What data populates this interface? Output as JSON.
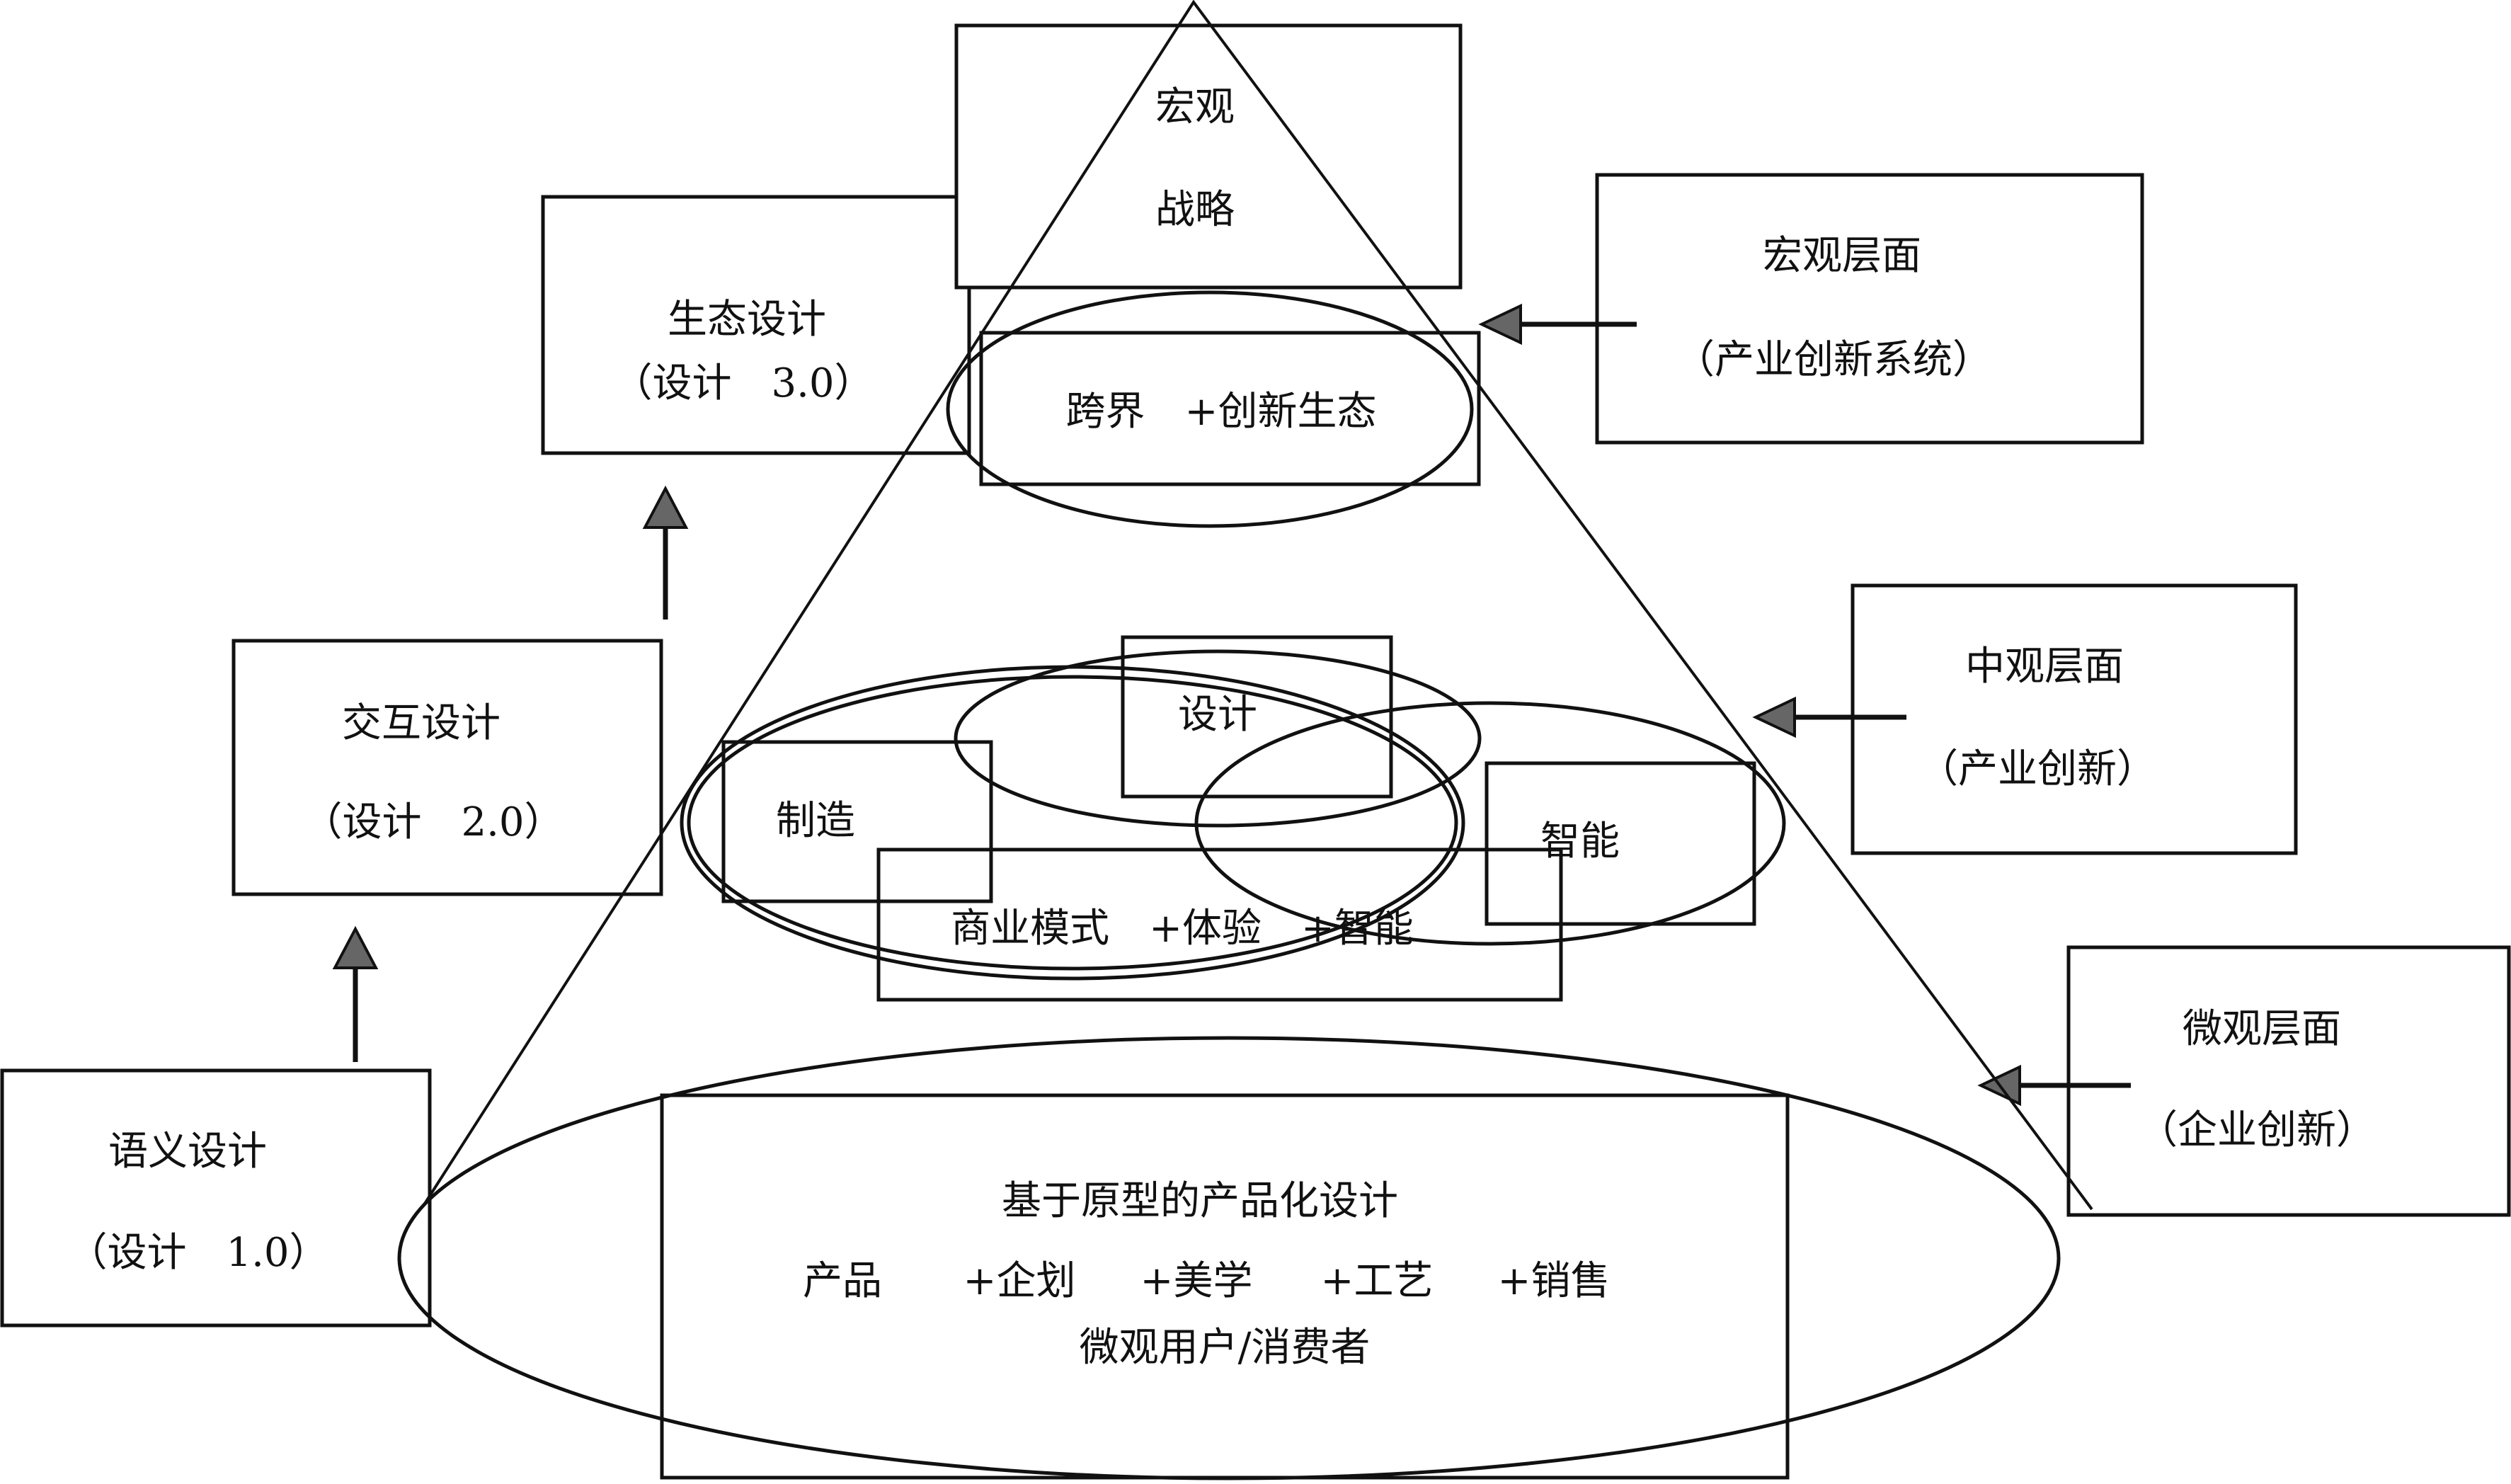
{
  "evolution": {
    "semantic": {
      "title": "语义设计",
      "version": "（设计　1.0）"
    },
    "interaction": {
      "title": "交互设计",
      "version": "（设计　2.0）"
    },
    "ecology": {
      "title": "生态设计",
      "version": "（设计　3.0）"
    }
  },
  "levels": {
    "macro": {
      "title": "宏观层面",
      "subtitle": "（产业创新系统）"
    },
    "meso": {
      "title": "中观层面",
      "subtitle": "（产业创新）"
    },
    "micro": {
      "title": "微观层面",
      "subtitle": "（企业创新）"
    }
  },
  "pyramid": {
    "apex": {
      "line1": "宏观",
      "line2": "战略"
    },
    "ecosystem": "跨界　+创新生态",
    "middle": {
      "design": "设计",
      "manufacturing": "制造",
      "intelligence": "智能",
      "business": "商业模式　+体验　+智能"
    },
    "base": {
      "title": "基于原型的产品化设计",
      "chain": [
        "产品",
        "+企划",
        "+美学",
        "+工艺",
        "+销售"
      ],
      "users": "微观用户/消费者"
    }
  }
}
